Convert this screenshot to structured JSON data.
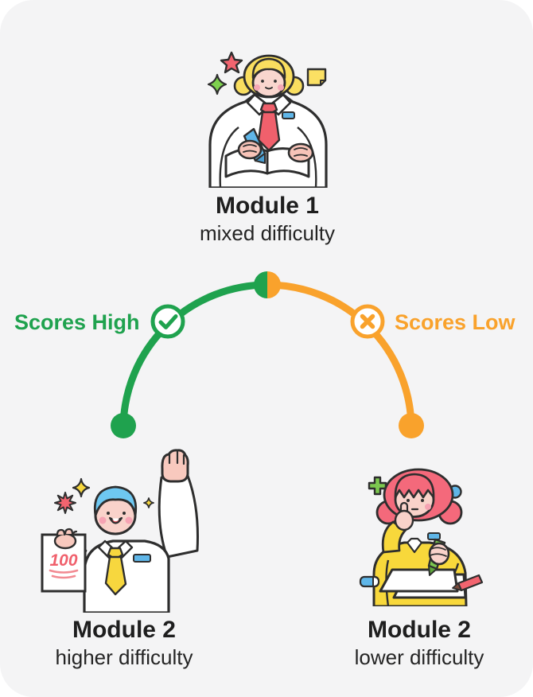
{
  "page": {
    "background": "#ffffff",
    "card_background": "#f4f4f5",
    "text_color": "#1e1e1e"
  },
  "module1": {
    "title": "Module 1",
    "subtitle": "mixed difficulty"
  },
  "branches": {
    "high": {
      "label": "Scores High",
      "icon": "check-circle-icon",
      "color": "#1fa24e"
    },
    "low": {
      "label": "Scores Low",
      "icon": "cross-circle-icon",
      "color": "#f9a22c"
    }
  },
  "module2_high": {
    "title": "Module 2",
    "subtitle": "higher difficulty",
    "paper_score": "100"
  },
  "module2_low": {
    "title": "Module 2",
    "subtitle": "lower difficulty"
  }
}
